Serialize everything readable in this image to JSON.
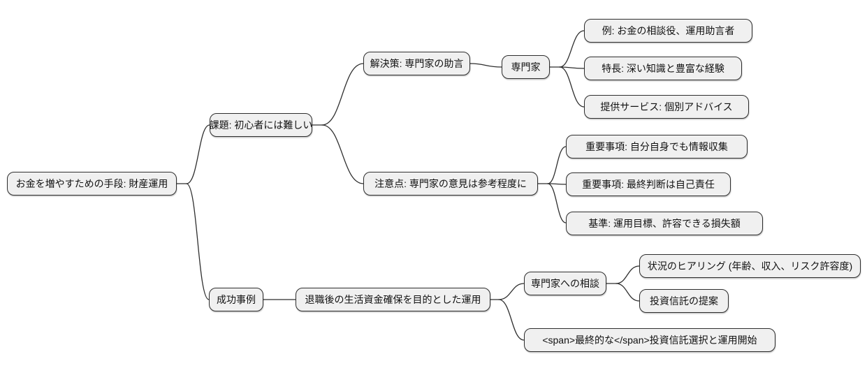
{
  "diagram": {
    "type": "mindmap",
    "style": {
      "background": "#ffffff",
      "node_fill": "#f0f0f0",
      "node_border": "#2e2e2e",
      "link_color": "#2e2e2e",
      "text_color": "#111111"
    }
  },
  "mindmap": {
    "label": "お金を増やすための手段: 財産運用",
    "children": [
      {
        "label": "課題: 初心者には難しい",
        "children": [
          {
            "label": "解決策: 専門家の助言",
            "children": [
              {
                "label": "専門家",
                "children": [
                  {
                    "label": "例: お金の相談役、運用助言者"
                  },
                  {
                    "label": "特長: 深い知識と豊富な経験"
                  },
                  {
                    "label": "提供サービス: 個別アドバイス"
                  }
                ]
              }
            ]
          },
          {
            "label": "注意点: 専門家の意見は参考程度に",
            "children": [
              {
                "label": "重要事項: 自分自身でも情報収集"
              },
              {
                "label": "重要事項: 最終判断は自己責任"
              },
              {
                "label": "基準: 運用目標、許容できる損失額"
              }
            ]
          }
        ]
      },
      {
        "label": "成功事例",
        "children": [
          {
            "label": "退職後の生活資金確保を目的とした運用",
            "children": [
              {
                "label": "専門家への相談",
                "children": [
                  {
                    "label": "状況のヒアリング (年齢、収入、リスク許容度)"
                  },
                  {
                    "label": "投資信託の提案"
                  }
                ]
              },
              {
                "label": "<span>最終的な</span>投資信託選択と運用開始"
              }
            ]
          }
        ]
      }
    ]
  }
}
